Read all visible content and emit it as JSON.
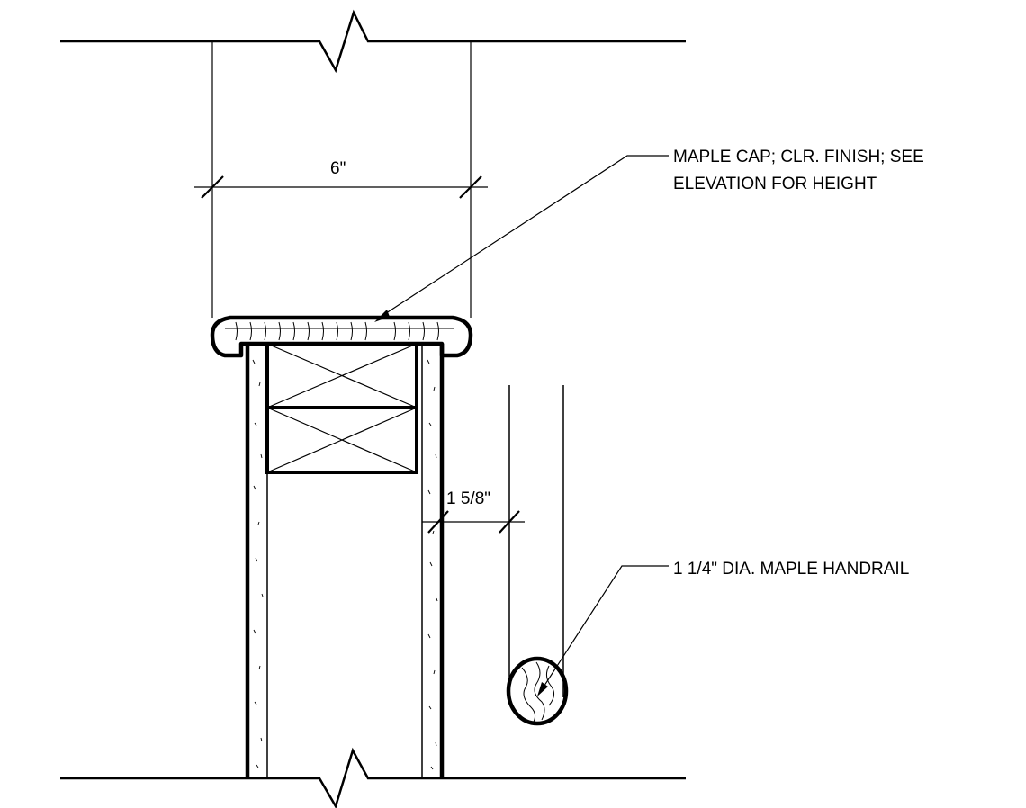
{
  "drawing": {
    "dimensions": {
      "cap_width": "6\"",
      "handrail_clearance": "1 5/8\""
    },
    "callouts": {
      "cap_line1": "MAPLE CAP; CLR. FINISH; SEE",
      "cap_line2": "ELEVATION FOR HEIGHT",
      "handrail": "1 1/4\" DIA. MAPLE HANDRAIL"
    }
  }
}
